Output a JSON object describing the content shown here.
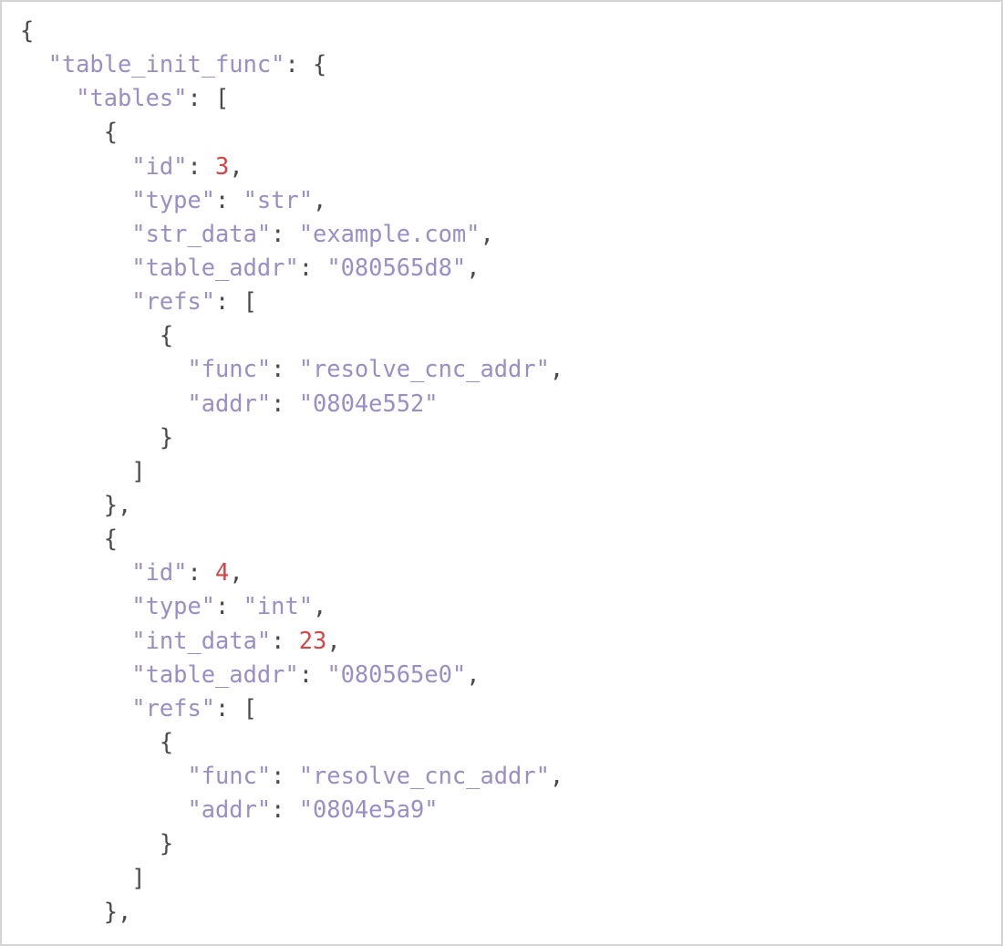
{
  "colors": {
    "string": "#9b8dc6",
    "number": "#d64545",
    "punctuation": "#4a4a4a"
  },
  "lines": [
    [
      {
        "t": "{",
        "c": "p"
      }
    ],
    [
      {
        "t": "  ",
        "c": "p"
      },
      {
        "t": "\"table_init_func\"",
        "c": "k"
      },
      {
        "t": ": {",
        "c": "p"
      }
    ],
    [
      {
        "t": "    ",
        "c": "p"
      },
      {
        "t": "\"tables\"",
        "c": "k"
      },
      {
        "t": ": [",
        "c": "p"
      }
    ],
    [
      {
        "t": "      {",
        "c": "p"
      }
    ],
    [
      {
        "t": "        ",
        "c": "p"
      },
      {
        "t": "\"id\"",
        "c": "k"
      },
      {
        "t": ": ",
        "c": "p"
      },
      {
        "t": "3",
        "c": "n"
      },
      {
        "t": ",",
        "c": "p"
      }
    ],
    [
      {
        "t": "        ",
        "c": "p"
      },
      {
        "t": "\"type\"",
        "c": "k"
      },
      {
        "t": ": ",
        "c": "p"
      },
      {
        "t": "\"str\"",
        "c": "s"
      },
      {
        "t": ",",
        "c": "p"
      }
    ],
    [
      {
        "t": "        ",
        "c": "p"
      },
      {
        "t": "\"str_data\"",
        "c": "k"
      },
      {
        "t": ": ",
        "c": "p"
      },
      {
        "t": "\"example.com\"",
        "c": "s"
      },
      {
        "t": ",",
        "c": "p"
      }
    ],
    [
      {
        "t": "        ",
        "c": "p"
      },
      {
        "t": "\"table_addr\"",
        "c": "k"
      },
      {
        "t": ": ",
        "c": "p"
      },
      {
        "t": "\"080565d8\"",
        "c": "s"
      },
      {
        "t": ",",
        "c": "p"
      }
    ],
    [
      {
        "t": "        ",
        "c": "p"
      },
      {
        "t": "\"refs\"",
        "c": "k"
      },
      {
        "t": ": [",
        "c": "p"
      }
    ],
    [
      {
        "t": "          {",
        "c": "p"
      }
    ],
    [
      {
        "t": "            ",
        "c": "p"
      },
      {
        "t": "\"func\"",
        "c": "k"
      },
      {
        "t": ": ",
        "c": "p"
      },
      {
        "t": "\"resolve_cnc_addr\"",
        "c": "s"
      },
      {
        "t": ",",
        "c": "p"
      }
    ],
    [
      {
        "t": "            ",
        "c": "p"
      },
      {
        "t": "\"addr\"",
        "c": "k"
      },
      {
        "t": ": ",
        "c": "p"
      },
      {
        "t": "\"0804e552\"",
        "c": "s"
      }
    ],
    [
      {
        "t": "          }",
        "c": "p"
      }
    ],
    [
      {
        "t": "        ]",
        "c": "p"
      }
    ],
    [
      {
        "t": "      },",
        "c": "p"
      }
    ],
    [
      {
        "t": "      {",
        "c": "p"
      }
    ],
    [
      {
        "t": "        ",
        "c": "p"
      },
      {
        "t": "\"id\"",
        "c": "k"
      },
      {
        "t": ": ",
        "c": "p"
      },
      {
        "t": "4",
        "c": "n"
      },
      {
        "t": ",",
        "c": "p"
      }
    ],
    [
      {
        "t": "        ",
        "c": "p"
      },
      {
        "t": "\"type\"",
        "c": "k"
      },
      {
        "t": ": ",
        "c": "p"
      },
      {
        "t": "\"int\"",
        "c": "s"
      },
      {
        "t": ",",
        "c": "p"
      }
    ],
    [
      {
        "t": "        ",
        "c": "p"
      },
      {
        "t": "\"int_data\"",
        "c": "k"
      },
      {
        "t": ": ",
        "c": "p"
      },
      {
        "t": "23",
        "c": "n"
      },
      {
        "t": ",",
        "c": "p"
      }
    ],
    [
      {
        "t": "        ",
        "c": "p"
      },
      {
        "t": "\"table_addr\"",
        "c": "k"
      },
      {
        "t": ": ",
        "c": "p"
      },
      {
        "t": "\"080565e0\"",
        "c": "s"
      },
      {
        "t": ",",
        "c": "p"
      }
    ],
    [
      {
        "t": "        ",
        "c": "p"
      },
      {
        "t": "\"refs\"",
        "c": "k"
      },
      {
        "t": ": [",
        "c": "p"
      }
    ],
    [
      {
        "t": "          {",
        "c": "p"
      }
    ],
    [
      {
        "t": "            ",
        "c": "p"
      },
      {
        "t": "\"func\"",
        "c": "k"
      },
      {
        "t": ": ",
        "c": "p"
      },
      {
        "t": "\"resolve_cnc_addr\"",
        "c": "s"
      },
      {
        "t": ",",
        "c": "p"
      }
    ],
    [
      {
        "t": "            ",
        "c": "p"
      },
      {
        "t": "\"addr\"",
        "c": "k"
      },
      {
        "t": ": ",
        "c": "p"
      },
      {
        "t": "\"0804e5a9\"",
        "c": "s"
      }
    ],
    [
      {
        "t": "          }",
        "c": "p"
      }
    ],
    [
      {
        "t": "        ]",
        "c": "p"
      }
    ],
    [
      {
        "t": "      },",
        "c": "p"
      }
    ]
  ]
}
